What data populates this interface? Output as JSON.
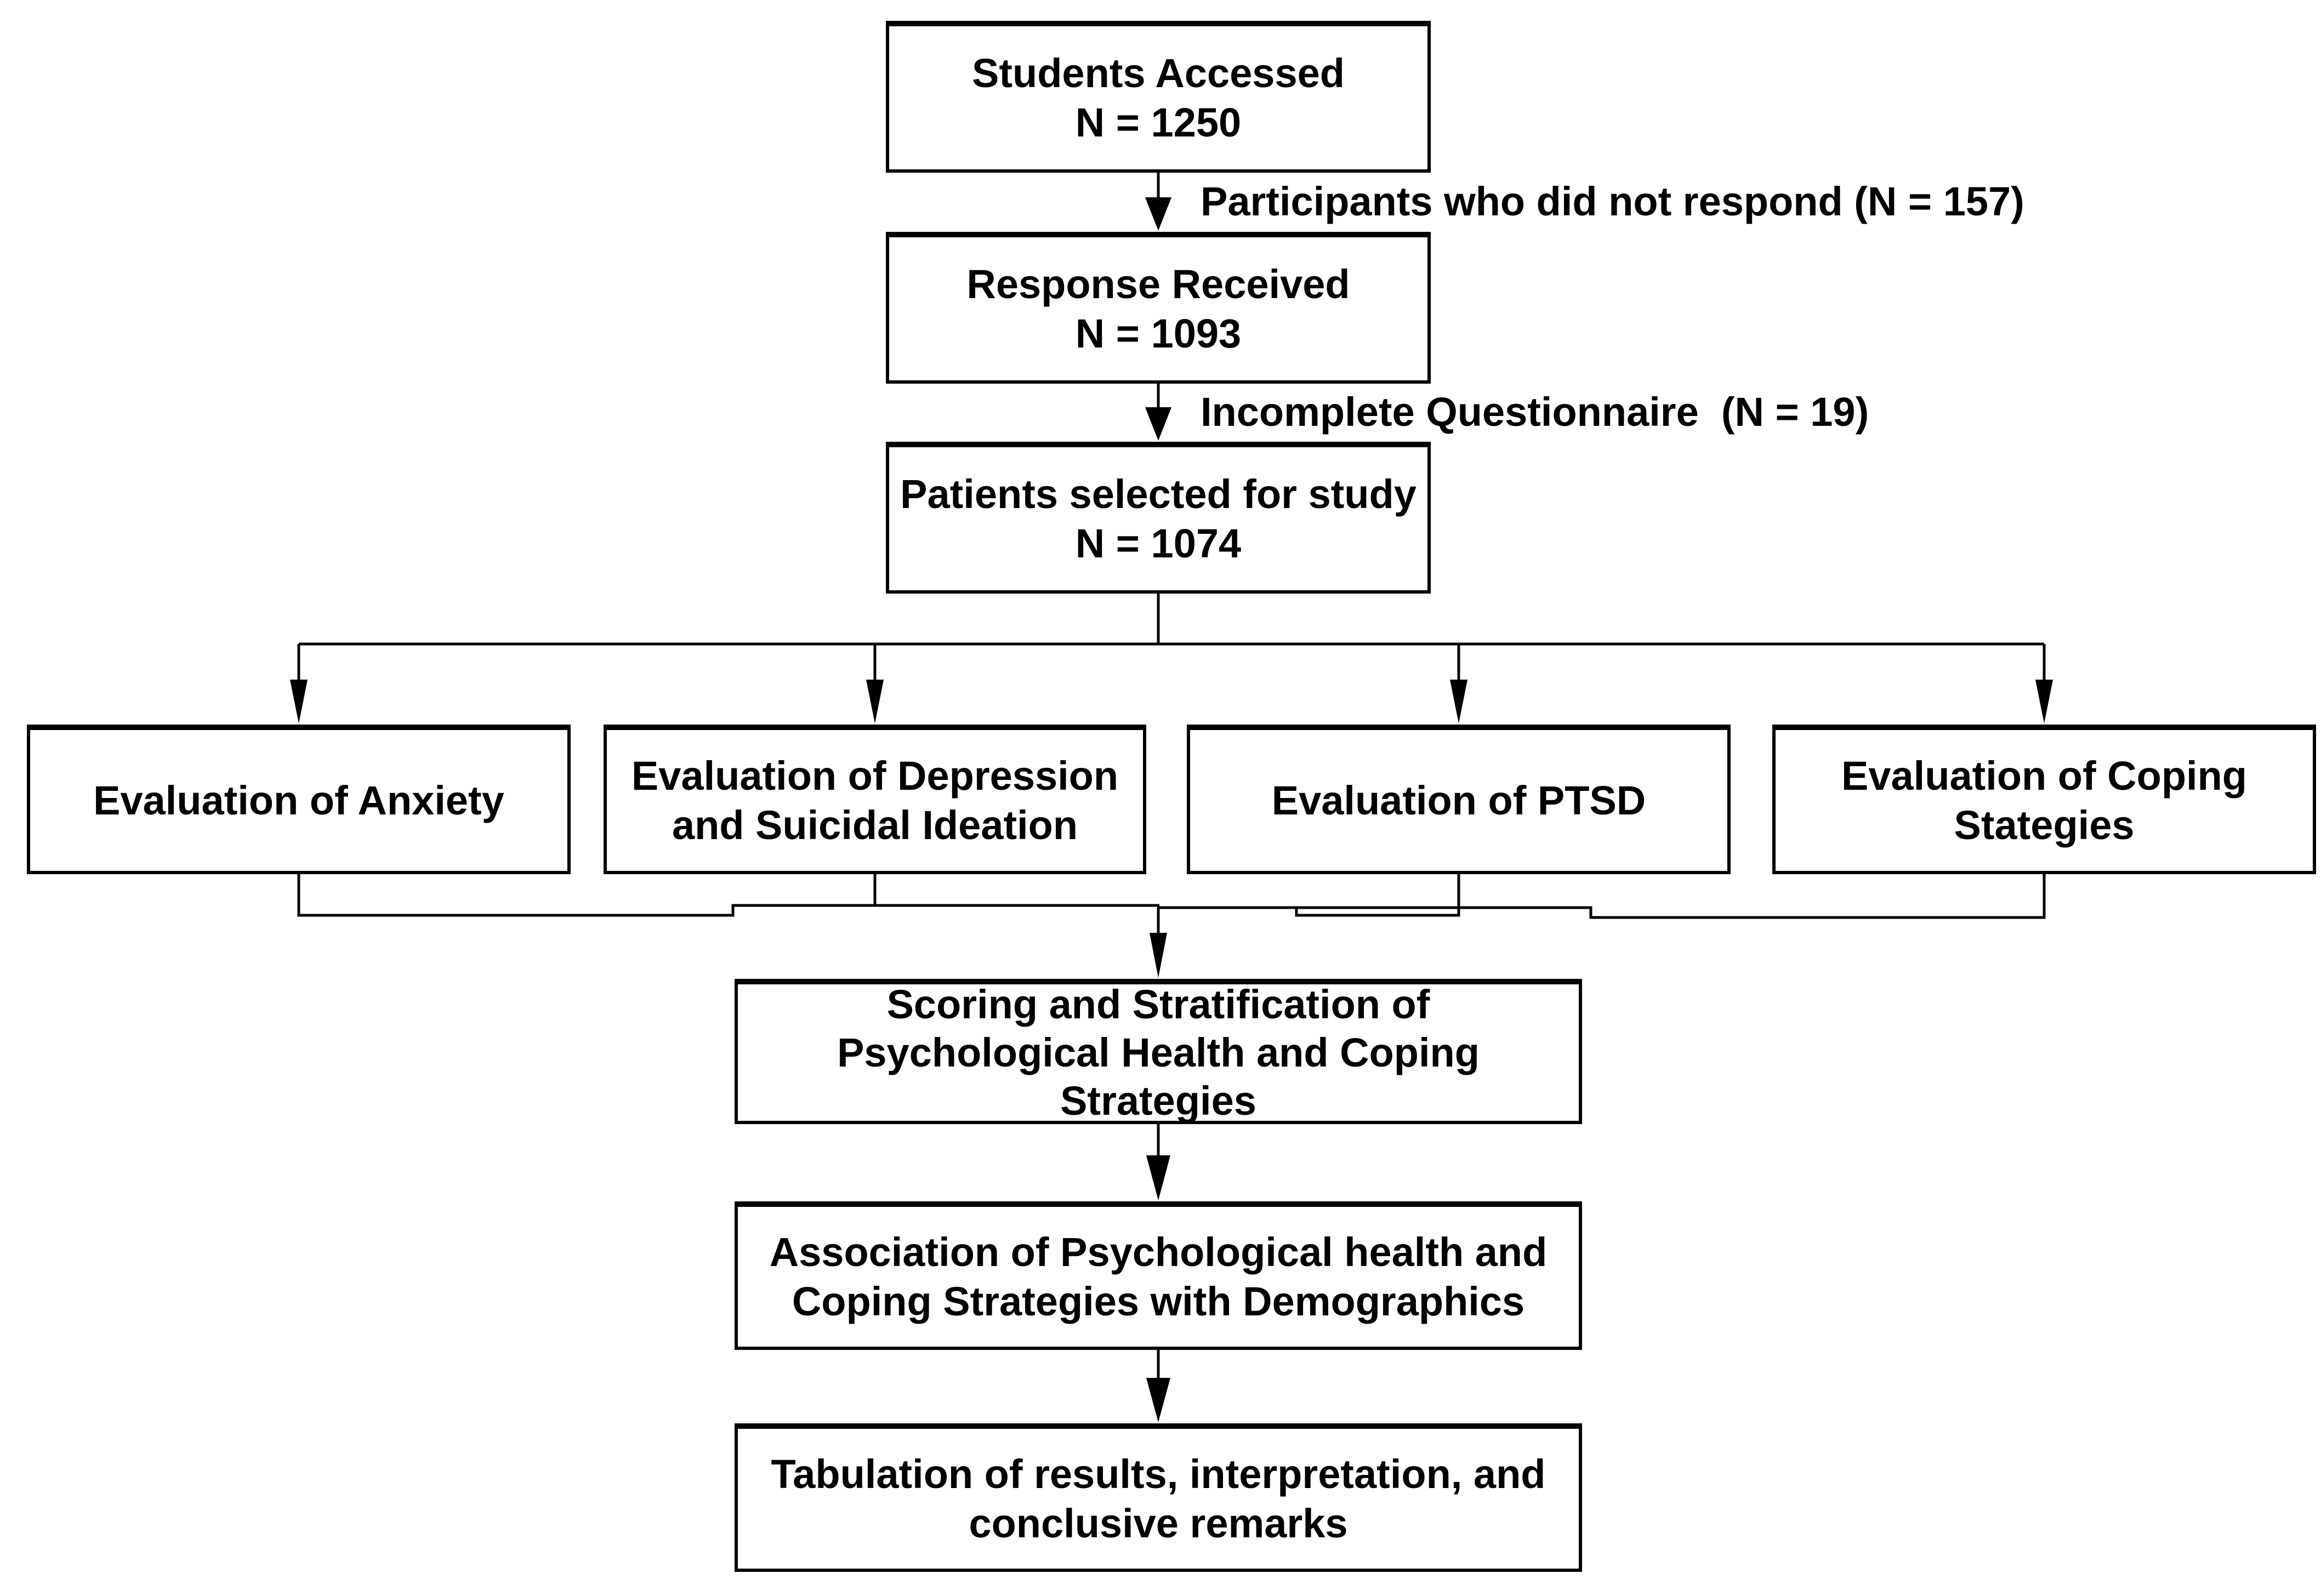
{
  "page": {
    "background": "#ffffff",
    "stroke_color": "#000000",
    "text_color": "#000000"
  },
  "diagram": {
    "nodes": {
      "students": {
        "lines": [
          "Students Accessed",
          "N = 1250"
        ]
      },
      "response": {
        "lines": [
          "Response Received",
          "N = 1093"
        ]
      },
      "patients": {
        "lines": [
          "Patients selected for study",
          "N = 1074"
        ]
      },
      "anxiety": {
        "lines": [
          "Evaluation of Anxiety"
        ]
      },
      "depression": {
        "lines": [
          "Evaluation of Depression",
          "and Suicidal Ideation"
        ]
      },
      "ptsd": {
        "lines": [
          "Evaluation of PTSD"
        ]
      },
      "coping": {
        "lines": [
          "Evaluation of Coping",
          "Stategies"
        ]
      },
      "scoring": {
        "lines": [
          "Scoring and Stratification of",
          "Psychological Health and Coping",
          "Strategies"
        ]
      },
      "association": {
        "lines": [
          "Association of Psychological health and",
          "Coping Strategies with Demographics"
        ]
      },
      "tabulation": {
        "lines": [
          "Tabulation of results, interpretation, and",
          "conclusive remarks"
        ]
      }
    },
    "edge_labels": {
      "no_response": "Participants who did not respond (N = 157)",
      "incomplete": "Incomplete Questionnaire  (N = 19)"
    }
  }
}
